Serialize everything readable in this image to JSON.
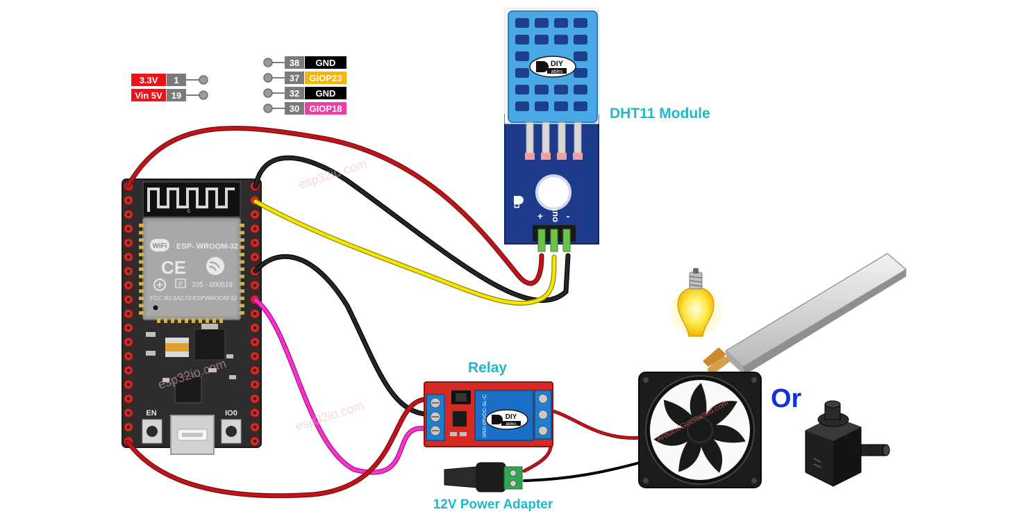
{
  "pin_legend_left": [
    {
      "name": "3.3V",
      "num": "1",
      "color": "#e8141b"
    },
    {
      "name": "Vin 5V",
      "num": "19",
      "color": "#e8141b"
    }
  ],
  "pin_legend_right": [
    {
      "num": "38",
      "name": "GND",
      "color": "#000000",
      "text_color": "#ffffff"
    },
    {
      "num": "37",
      "name": "GIOP23",
      "color": "#f7b500",
      "text_color": "#ffffff"
    },
    {
      "num": "32",
      "name": "GND",
      "color": "#000000",
      "text_color": "#ffffff"
    },
    {
      "num": "30",
      "name": "GIOP18",
      "color": "#ee3ea6",
      "text_color": "#ffffff"
    }
  ],
  "labels": {
    "dht11": "DHT11 Module",
    "relay": "Relay",
    "adapter": "12V Power Adapter",
    "or": "Or"
  },
  "esp32": {
    "module": "ESP- WROOM-32",
    "cert_id": "205 - 000519",
    "fcc": "FCC 9D:2AC72-ESPWROOM 32",
    "en": "EN",
    "io0": "IO0",
    "r_mark": "R",
    "c_mark": "c"
  },
  "dht": {
    "brand_top": "DIY",
    "brand_bottom": "ables",
    "side_brand": "DIY",
    "pin_plus": "+",
    "pin_out": "out",
    "pin_minus": "-"
  },
  "relay_board": {
    "brand_top": "DIY",
    "brand_bottom": "ables",
    "relay_text": "SRD-05VDC-SL-C"
  },
  "watermark": "esp32io.com",
  "fan_watermark": "ArduinoGetStarted.com",
  "colors": {
    "wire_red": "#c0141b",
    "wire_black": "#1a1a1a",
    "wire_yellow": "#f5e600",
    "wire_pink": "#ff2fd0",
    "teal": "#1fb8c8",
    "blue_or": "#1530d8",
    "board": "#2d2d2d",
    "dht_blue": "#1e3a8a"
  }
}
